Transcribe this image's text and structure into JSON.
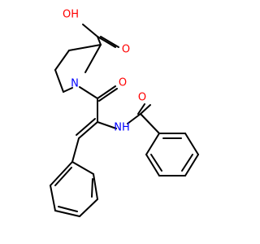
{
  "molecule": {
    "colors": {
      "bond": "#000000",
      "oxygen": "#ff0000",
      "nitrogen": "#0000ff",
      "background": "#ffffff"
    },
    "labels": {
      "hydroxyl": "OH",
      "acid_carbonyl_o": "O",
      "ring_n": "N",
      "amide_o": "O",
      "amide_nh": "NH",
      "benzoyl_o": "O"
    }
  }
}
